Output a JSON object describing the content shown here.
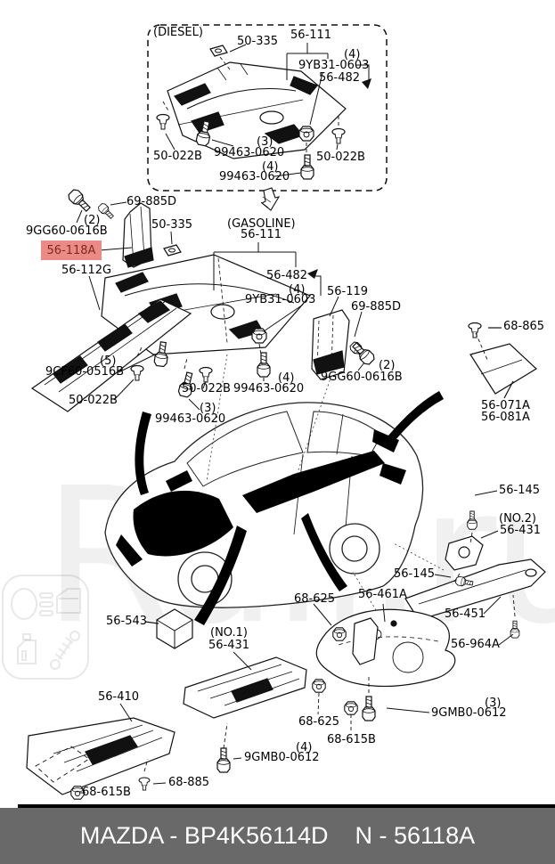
{
  "diagram": {
    "highlight": {
      "bg_color": "#ec8b85",
      "text_color": "#7d2a23",
      "selected_part": "56-118A"
    },
    "labels": [
      {
        "text": "(DIESEL)"
      },
      {
        "text": "50-335"
      },
      {
        "text": "56-111"
      },
      {
        "text": "(4)"
      },
      {
        "text": "9YB31-0603"
      },
      {
        "text": "56-482"
      },
      {
        "text": "50-022B"
      },
      {
        "text": "(3)"
      },
      {
        "text": "99463-0620"
      },
      {
        "text": "50-022B"
      },
      {
        "text": "(4)"
      },
      {
        "text": "99463-0620"
      },
      {
        "text": "69-885D"
      },
      {
        "text": "(2)"
      },
      {
        "text": "9GG60-0616B"
      },
      {
        "text": "56-118A"
      },
      {
        "text": "50-335"
      },
      {
        "text": "56-112G"
      },
      {
        "text": "(GASOLINE)"
      },
      {
        "text": "56-111"
      },
      {
        "text": "56-482"
      },
      {
        "text": "(4)"
      },
      {
        "text": "9YB31-0603"
      },
      {
        "text": "56-119"
      },
      {
        "text": "69-885D"
      },
      {
        "text": "68-865"
      },
      {
        "text": "56-071A"
      },
      {
        "text": "56-081A"
      },
      {
        "text": "(5)"
      },
      {
        "text": "9CF60-0516B"
      },
      {
        "text": "50-022B"
      },
      {
        "text": "50-022B"
      },
      {
        "text": "(4)"
      },
      {
        "text": "99463-0620"
      },
      {
        "text": "(3)"
      },
      {
        "text": "99463-0620"
      },
      {
        "text": "(2)"
      },
      {
        "text": "9GG60-0616B"
      },
      {
        "text": "56-145"
      },
      {
        "text": "(NO.2)"
      },
      {
        "text": "56-431"
      },
      {
        "text": "56-145"
      },
      {
        "text": "68-625"
      },
      {
        "text": "56-461A"
      },
      {
        "text": "56-451"
      },
      {
        "text": "56-964A"
      },
      {
        "text": "56-543"
      },
      {
        "text": "(NO.1)"
      },
      {
        "text": "56-431"
      },
      {
        "text": "56-410"
      },
      {
        "text": "68-625"
      },
      {
        "text": "68-615B"
      },
      {
        "text": "(3)"
      },
      {
        "text": "9GMB0-0612"
      },
      {
        "text": "(4)"
      },
      {
        "text": "9GMB0-0612"
      },
      {
        "text": "68-885"
      },
      {
        "text": "68-615B"
      }
    ]
  },
  "watermark": {
    "text": "Ruli.ru",
    "logo_icons": [
      "headlight-icon",
      "car-door-icon",
      "oil-bottle-icon",
      "shock-absorber-icon"
    ]
  },
  "footer": {
    "bg_color": "#696969",
    "text_color": "#ffffff",
    "left_text": "MAZDA - BP4K56114D",
    "right_text": "N - 56118A"
  }
}
